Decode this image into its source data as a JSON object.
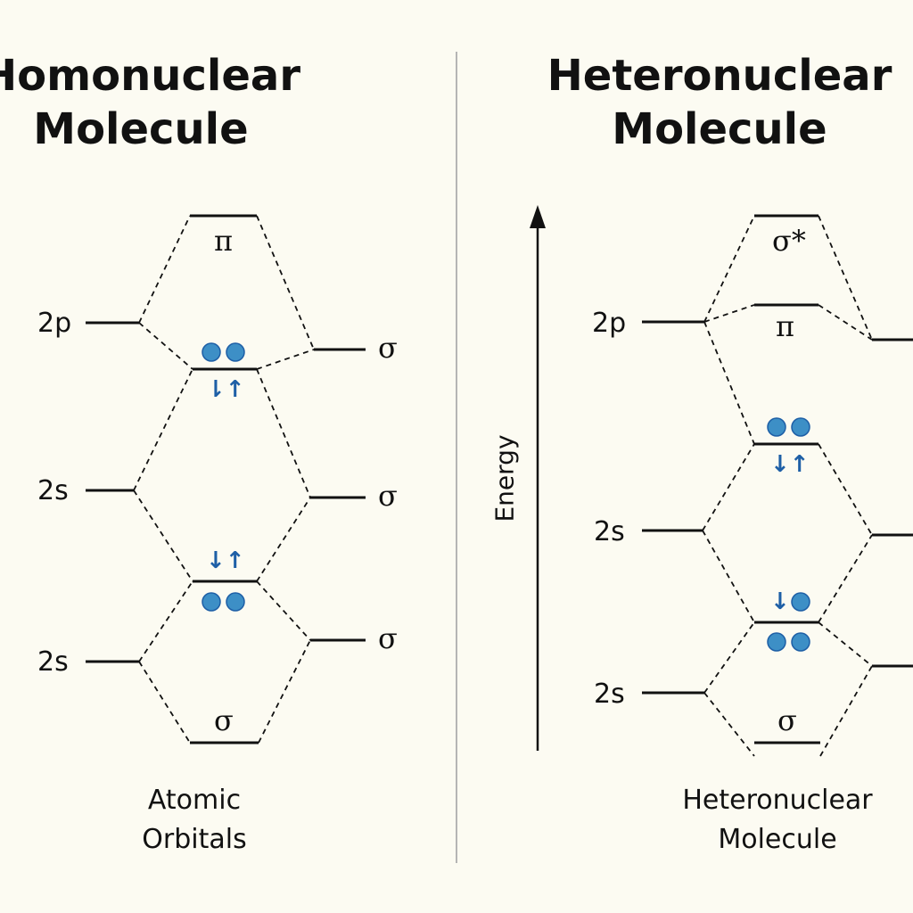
{
  "left_panel": {
    "title_line1": "Homonuclear",
    "title_line2": "Molecule",
    "caption_line1": "Atomic",
    "caption_line2": "Orbitals",
    "atomic_labels": [
      "2p",
      "2s",
      "2s"
    ],
    "right_labels": [
      "σ",
      "σ",
      "σ"
    ],
    "mo_labels": [
      "π",
      "σ"
    ],
    "spin_labels": [
      "⇂↑",
      "↓↑"
    ]
  },
  "right_panel": {
    "title_line1": "Heteronuclear",
    "title_line2": "Molecule",
    "caption_line1": "Heteronuclear",
    "caption_line2": "Molecule",
    "atomic_labels": [
      "2p",
      "2s",
      "2s"
    ],
    "mo_labels": [
      "σ*",
      "π",
      "σ"
    ],
    "spin_labels": [
      "↓↑",
      "↓"
    ],
    "axis_label": "Energy"
  },
  "colors": {
    "electron": "#3d8fc6",
    "electron_stroke": "#1e5fa6",
    "line": "#111111",
    "divider": "#b5b5b5",
    "background": "#fcfbf2"
  }
}
